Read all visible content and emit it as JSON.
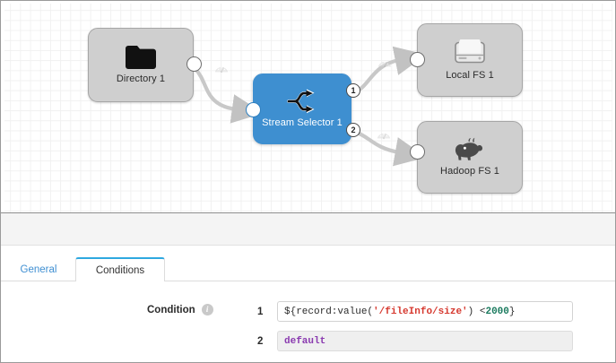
{
  "canvas": {
    "nodes": [
      {
        "id": "directory",
        "label": "Directory 1",
        "icon": "folder-icon",
        "type": "origin",
        "color": "#cfcfcf"
      },
      {
        "id": "selector",
        "label": "Stream Selector 1",
        "icon": "stream-selector-icon",
        "type": "processor",
        "color": "#3e8fd0"
      },
      {
        "id": "localfs",
        "label": "Local FS 1",
        "icon": "hard-drive-icon",
        "type": "destination",
        "color": "#cfcfcf"
      },
      {
        "id": "hadoopfs",
        "label": "Hadoop FS 1",
        "icon": "hadoop-elephant-icon",
        "type": "destination",
        "color": "#cfcfcf"
      }
    ],
    "output_badges": [
      "1",
      "2"
    ],
    "link_icon": "gauge-icon"
  },
  "panel": {
    "tabs": [
      {
        "id": "general",
        "label": "General",
        "active": false
      },
      {
        "id": "conditions",
        "label": "Conditions",
        "active": true
      }
    ],
    "condition_label": "Condition",
    "info_icon": "info-icon",
    "conditions": [
      {
        "index": "1",
        "disabled": false,
        "text": "${record:value('/fileInfo/size') < 2000}",
        "tokens": [
          {
            "t": "${record:value(",
            "k": "plain"
          },
          {
            "t": "'/fileInfo/size'",
            "k": "string"
          },
          {
            "t": ") < ",
            "k": "plain"
          },
          {
            "t": "2000",
            "k": "number"
          },
          {
            "t": "}",
            "k": "plain"
          }
        ]
      },
      {
        "index": "2",
        "disabled": true,
        "text": "default",
        "tokens": [
          {
            "t": "default",
            "k": "keyword"
          }
        ]
      }
    ]
  },
  "colors": {
    "accent_blue": "#3e8fd0",
    "tab_active_border": "#2fa8e0",
    "node_grey": "#cfcfcf",
    "string_red": "#d6392f",
    "number_green": "#1a7a5e",
    "keyword_purple": "#8a3ab0"
  }
}
